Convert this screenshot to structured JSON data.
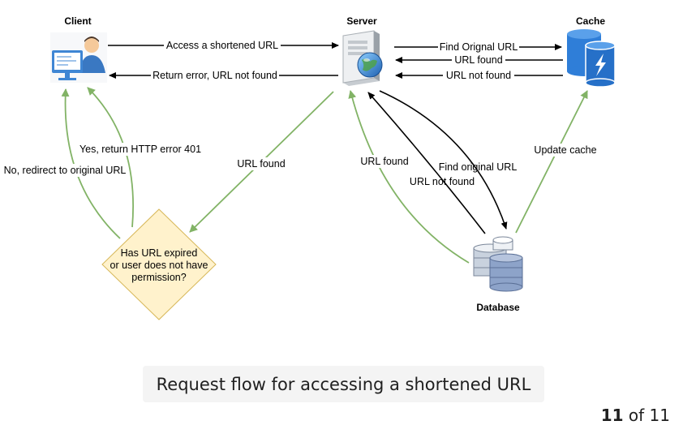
{
  "nodes": {
    "client": "Client",
    "server": "Server",
    "cache": "Cache",
    "database": "Database",
    "decision": [
      "Has URL expired",
      "or user does not have",
      "permission?"
    ]
  },
  "edges": {
    "access": "Access a shortened URL",
    "return_error": "Return error, URL not found",
    "find_original_cache": "Find Orignal URL",
    "cache_found": "URL found",
    "cache_not_found": "URL not found",
    "server_to_decision": "URL found",
    "yes_error": "Yes, return HTTP error 401",
    "no_redirect": "No, redirect to original URL",
    "db_found": "URL found",
    "find_original_db": "Find original URL",
    "db_not_found": "URL not found",
    "update_cache": "Update cache"
  },
  "colors": {
    "black_arrow": "#000000",
    "green_arrow": "#82b366",
    "decision_fill": "#fff2cc",
    "decision_stroke": "#d6b656",
    "cache_blue": "#2f7ed8",
    "db_blue": "#8da3c9"
  },
  "caption": "Request flow for accessing a shortened URL",
  "pager": {
    "current": "11",
    "of": "of",
    "total": "11"
  }
}
